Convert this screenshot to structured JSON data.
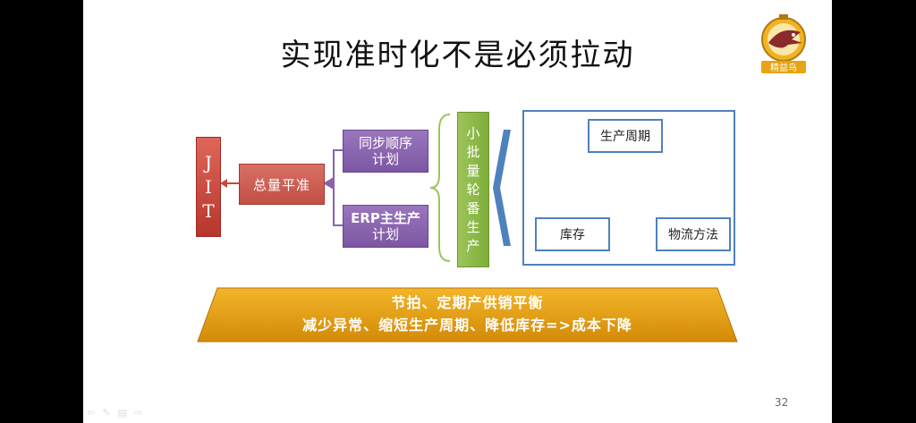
{
  "slide": {
    "title": "实现准时化不是必须拉动",
    "page_number": "32"
  },
  "logo": {
    "text": "精益鸟",
    "icon": "bird-stopwatch-logo"
  },
  "diagram": {
    "jit": [
      "J",
      "I",
      "T"
    ],
    "total_level": "总量平准",
    "sync_plan": [
      "同步顺序",
      "计划"
    ],
    "erp_plan": [
      "ERP主生产",
      "计划"
    ],
    "small_batch": [
      "小",
      "批",
      "量",
      "轮",
      "番",
      "生",
      "产"
    ],
    "cycle_node": "生产周期",
    "inventory_node": "库存",
    "logistics_node": "物流方法"
  },
  "banner": {
    "line1": "节拍、定期产供销平衡",
    "line2": "减少异常、缩短生产周期、降低库存=>成本下降"
  },
  "colors": {
    "red": "#c9483d",
    "purple": "#8764ad",
    "green": "#8bb846",
    "blue": "#4f81bd",
    "orange": "#e8a40f"
  }
}
